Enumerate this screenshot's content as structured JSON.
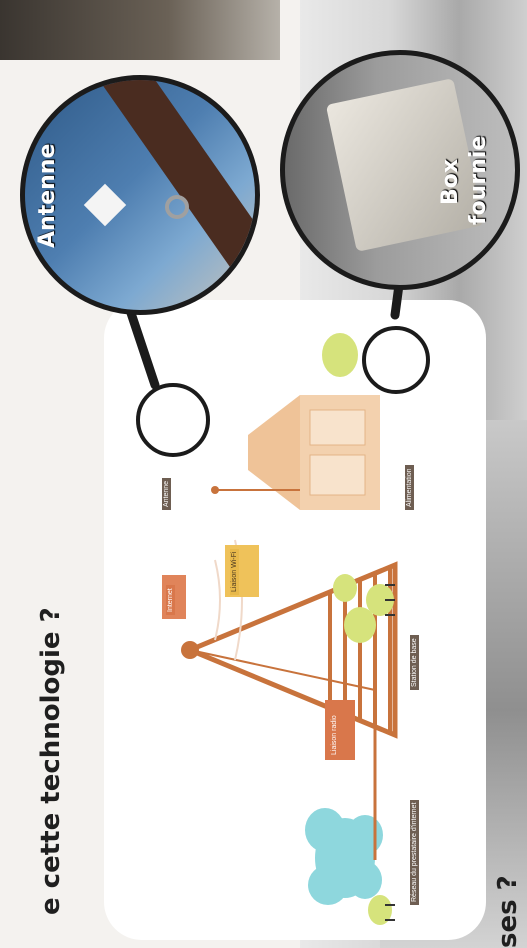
{
  "heading": "e cette technologie ?",
  "heading_bottom": "ses ?",
  "diagram": {
    "label_cloud": "Réseau du prestataire d'internet",
    "label_tower": "Station de base",
    "label_antenna": "Antenne",
    "label_power": "Alimentation",
    "bubble_tower": "Liaison radio",
    "bubble_orange": "Internet",
    "bubble_yellow": "Liaison Wi-Fi"
  },
  "lens_antenna": {
    "label": "Antenne"
  },
  "lens_box": {
    "label_line1": "Box",
    "label_line2": "fournie"
  },
  "colors": {
    "panel": "#ffffff",
    "tower": "#c8733c",
    "house": "#f1c79c",
    "tree": "#c9d96b",
    "cloud": "#8ed7dd",
    "lens_ring": "#1b1b1b"
  }
}
